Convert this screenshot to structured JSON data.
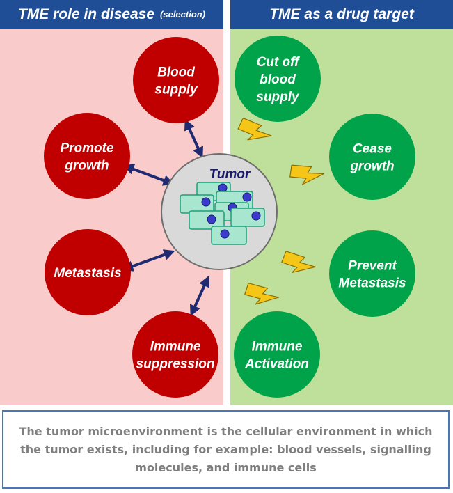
{
  "header_left": {
    "title": "TME role in disease",
    "note": "(selection)"
  },
  "header_right": {
    "title": "TME as a drug target"
  },
  "tumor": {
    "label": "Tumor"
  },
  "disease_roles": [
    {
      "id": "blood-supply",
      "lines": [
        "Blood",
        "supply"
      ]
    },
    {
      "id": "promote-growth",
      "lines": [
        "Promote",
        "growth"
      ]
    },
    {
      "id": "metastasis",
      "lines": [
        "Metastasis"
      ]
    },
    {
      "id": "immune-suppression",
      "lines": [
        "Immune",
        "suppression"
      ]
    }
  ],
  "drug_targets": [
    {
      "id": "cut-off-blood-supply",
      "lines": [
        "Cut off",
        "blood",
        "supply"
      ]
    },
    {
      "id": "cease-growth",
      "lines": [
        "Cease",
        "growth"
      ]
    },
    {
      "id": "prevent-metastasis",
      "lines": [
        "Prevent",
        "Metastasis"
      ]
    },
    {
      "id": "immune-activation",
      "lines": [
        "Immune",
        "Activation"
      ]
    }
  ],
  "caption": "The tumor microenvironment is the cellular environment in which the tumor exists, including for example: blood vessels, signalling molecules, and immune cells",
  "colors": {
    "header_bg": "#1f4e96",
    "disease_panel": "#f9cbcb",
    "target_panel": "#bfe09a",
    "disease_circle": "#c00000",
    "target_circle": "#00a34a",
    "arrow": "#1f2a70",
    "lightning": "#f5c518",
    "tumor_fill": "#d9d9d9",
    "cell_fill": "#a8e6cf",
    "nucleus": "#3a3acc",
    "caption_border": "#4a76b5",
    "caption_text": "#7f7f7f"
  }
}
